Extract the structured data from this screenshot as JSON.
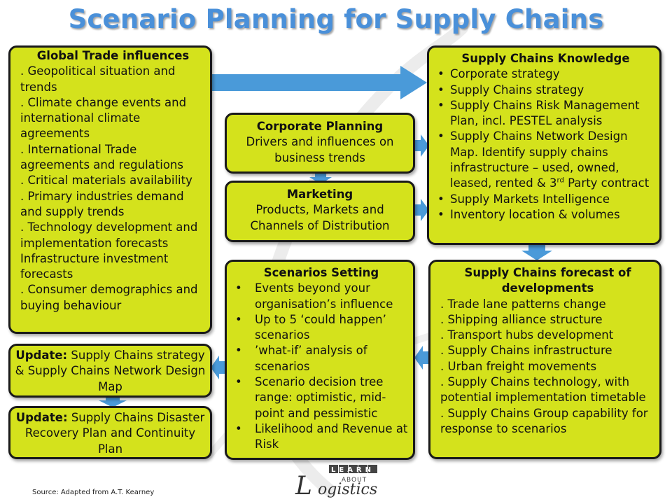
{
  "title": "Scenario Planning for Supply Chains",
  "colors": {
    "box_fill": "#d4e21c",
    "box_border": "#1a1a1a",
    "arrow": "#4a9ad9",
    "title": "#4a90d9"
  },
  "global_trade": {
    "heading": "Global Trade influences",
    "items": [
      ". Geopolitical situation and trends",
      ". Climate change events and international climate agreements",
      ". International Trade agreements and regulations",
      ". Critical materials availability",
      ". Primary industries demand and supply trends",
      ". Technology development and implementation forecasts",
      "Infrastructure investment forecasts",
      ". Consumer demographics and buying behaviour"
    ]
  },
  "corporate_planning": {
    "heading": "Corporate Planning",
    "body": "Drivers and influences on business trends"
  },
  "marketing": {
    "heading": "Marketing",
    "body": "Products, Markets and Channels of Distribution"
  },
  "knowledge": {
    "heading": "Supply Chains Knowledge",
    "items": [
      "Corporate strategy",
      "Supply Chains strategy",
      "Supply Chains Risk Management Plan, incl. PESTEL analysis",
      "Supply Chains Network Design Map. Identify supply chains infrastructure – used, owned, leased, rented & 3",
      "Supply Markets Intelligence",
      "Inventory location & volumes"
    ],
    "sup_text": "rd",
    "after_sup": " Party contract"
  },
  "forecast": {
    "heading": "Supply Chains forecast of developments",
    "items": [
      ". Trade lane patterns change",
      ". Shipping alliance structure",
      ". Transport hubs development",
      ". Supply Chains infrastructure",
      ". Urban freight movements",
      ". Supply Chains technology, with potential implementation timetable",
      ". Supply Chains Group capability for response to scenarios"
    ]
  },
  "scenarios": {
    "heading": "Scenarios Setting",
    "items": [
      "Events beyond your organisation’s influence",
      "Up to 5 ‘could happen’ scenarios",
      "’what-if’ analysis of scenarios",
      "Scenario decision tree range: optimistic, mid-point and pessimistic",
      "Likelihood and Revenue at Risk"
    ]
  },
  "update1": {
    "label": "Update:",
    "body": "Supply Chains strategy & Supply Chains Network Design Map"
  },
  "update2": {
    "label": "Update:",
    "body": "Supply Chains Disaster Recovery Plan and Continuity Plan"
  },
  "source": "Source: Adapted from A.T. Kearney",
  "logo": {
    "learn": "LEARN",
    "about": "ABOUT",
    "logistics": "ogistics",
    "initial": "L"
  }
}
